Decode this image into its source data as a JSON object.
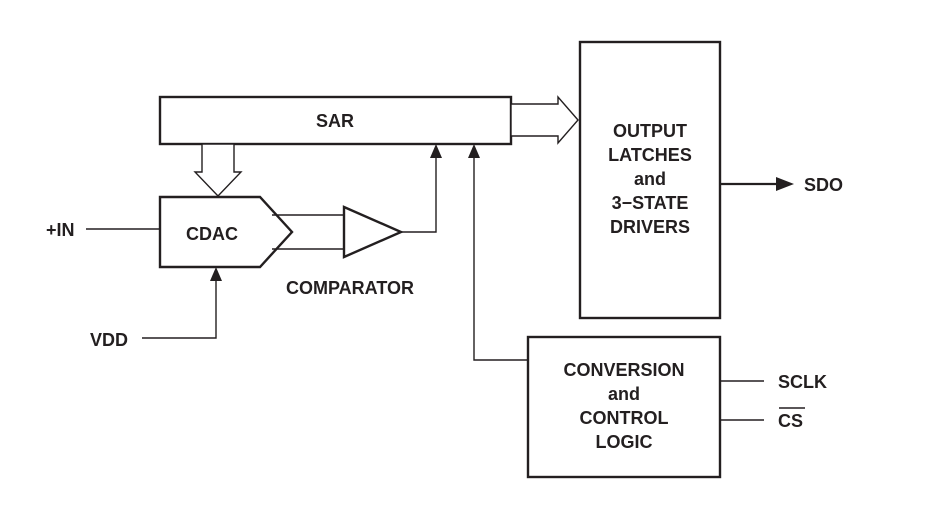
{
  "blocks": {
    "sar": "SAR",
    "cdac": "CDAC",
    "comparator": "COMPARATOR",
    "output": [
      "OUTPUT",
      "LATCHES",
      "and",
      "3−STATE",
      "DRIVERS"
    ],
    "control": [
      "CONVERSION",
      "and",
      "CONTROL",
      "LOGIC"
    ]
  },
  "signals": {
    "in": "+IN",
    "vdd": "VDD",
    "sdo": "SDO",
    "sclk": "SCLK",
    "cs": "CS"
  }
}
